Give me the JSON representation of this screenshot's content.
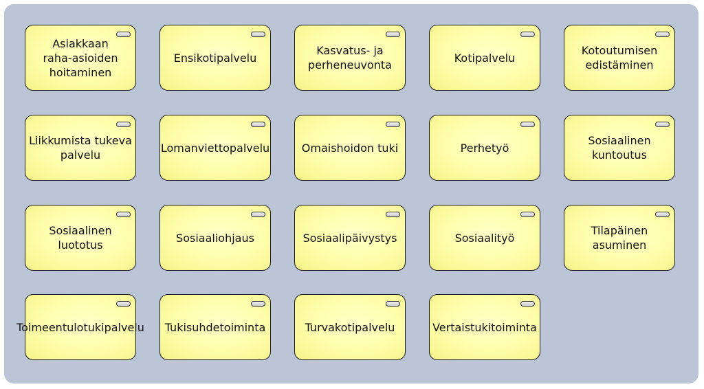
{
  "services": [
    {
      "label": "Asiakkaan\nraha-asioiden\nhoitaminen"
    },
    {
      "label": "Ensikotipalvelu"
    },
    {
      "label": "Kasvatus- ja\nperheneuvonta"
    },
    {
      "label": "Kotipalvelu"
    },
    {
      "label": "Kotoutumisen\nedistäminen"
    },
    {
      "label": "Liikkumista tukeva\npalvelu"
    },
    {
      "label": "Lomanviettopalvelu"
    },
    {
      "label": "Omaishoidon tuki"
    },
    {
      "label": "Perhetyö"
    },
    {
      "label": "Sosiaalinen\nkuntoutus"
    },
    {
      "label": "Sosiaalinen\nluototus"
    },
    {
      "label": "Sosiaaliohjaus"
    },
    {
      "label": "Sosiaalipäivystys"
    },
    {
      "label": "Sosiaalityö"
    },
    {
      "label": "Tilapäinen\nasuminen"
    },
    {
      "label": "Toimeentulotukipalvelu"
    },
    {
      "label": "Tukisuhdetoiminta"
    },
    {
      "label": "Turvakotipalvelu"
    },
    {
      "label": "Vertaistukitoiminta"
    }
  ],
  "colors": {
    "background": "#bcc5d6",
    "card_fill": "#ffffb0",
    "card_border": "#1a1a1a"
  },
  "icon": "service-icon"
}
